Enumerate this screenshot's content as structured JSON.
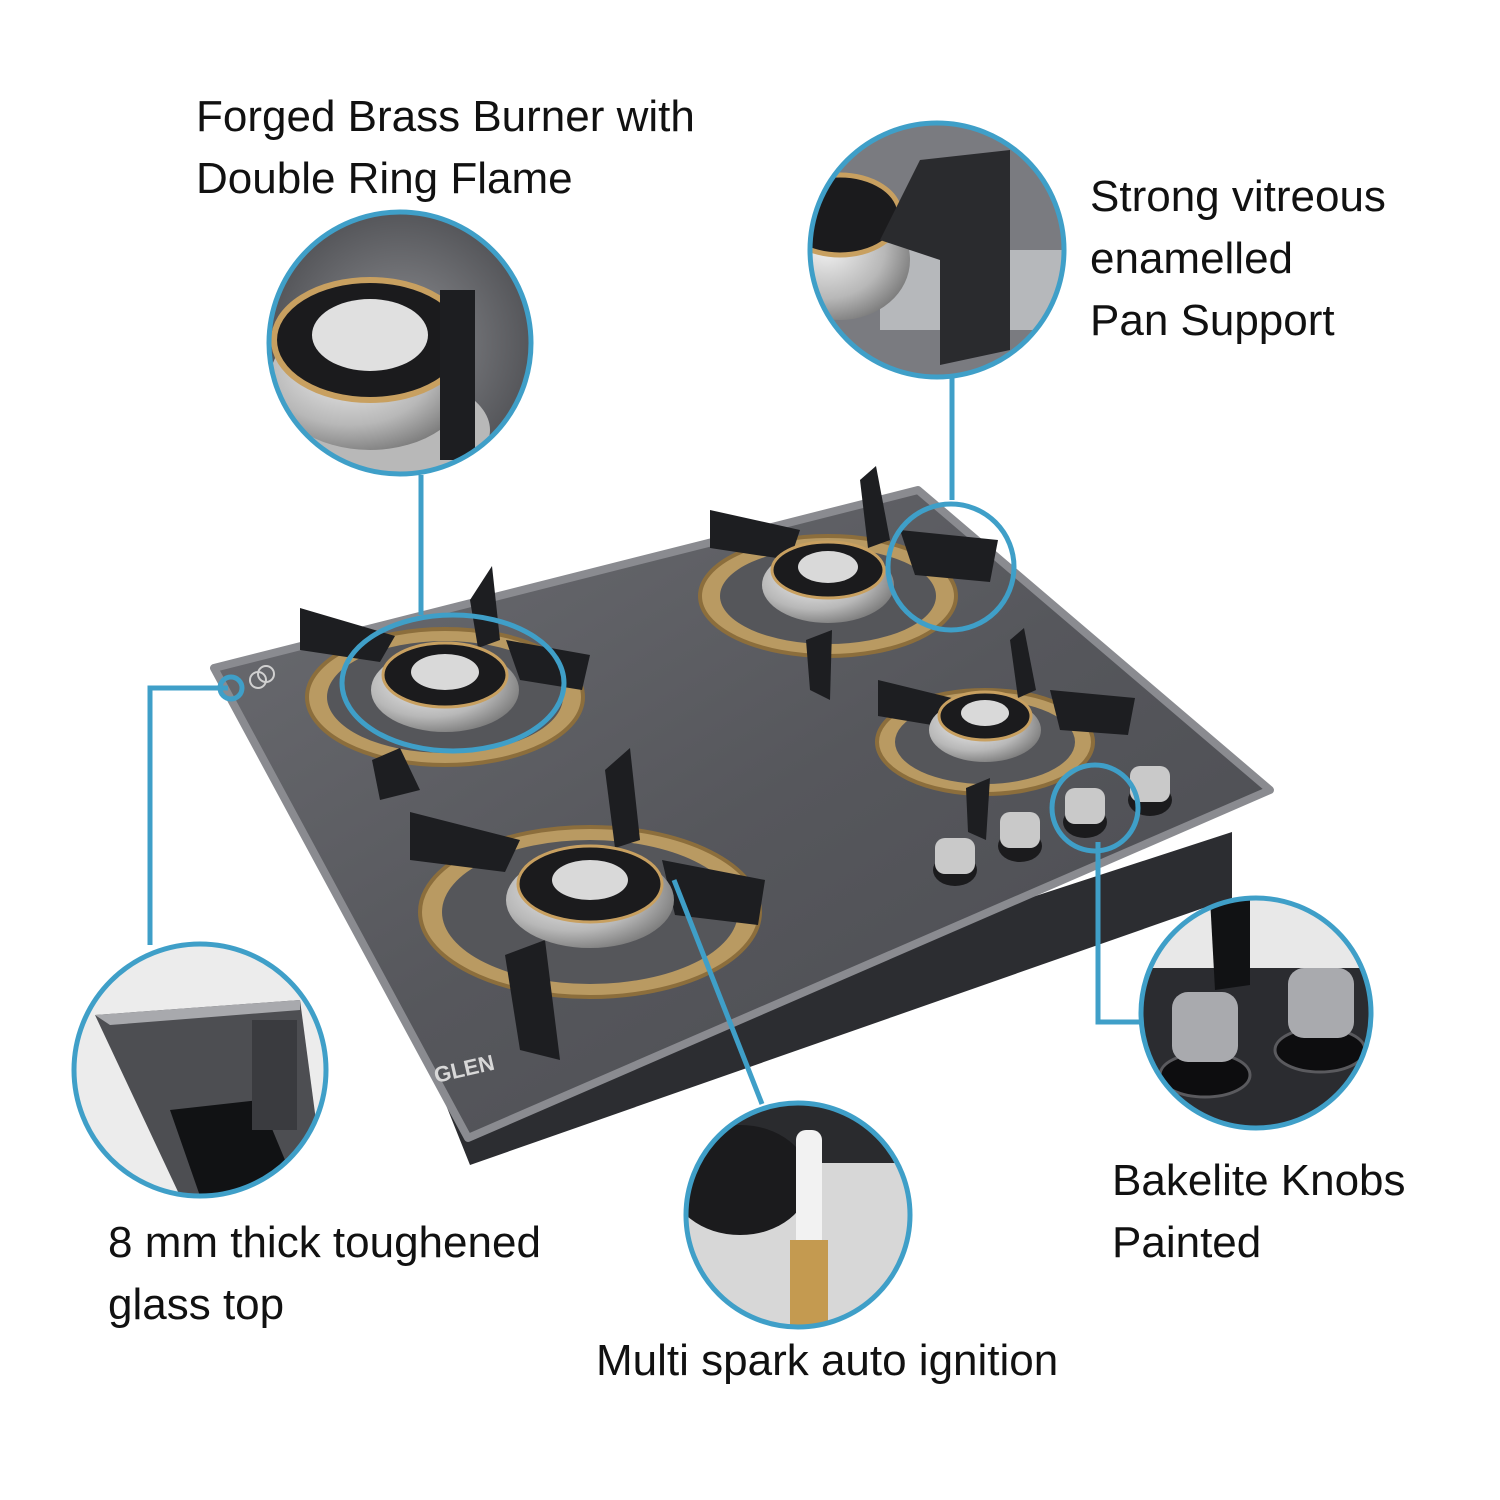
{
  "features": {
    "burner": {
      "line1": "Forged Brass Burner with",
      "line2": "Double Ring Flame"
    },
    "pan_support": {
      "line1": "Strong vitreous",
      "line2": "enamelled",
      "line3": "Pan Support"
    },
    "glass_top": {
      "line1": "8 mm thick toughened",
      "line2": "glass top"
    },
    "ignition": {
      "line1": "Multi spark auto ignition"
    },
    "knobs": {
      "line1": "Bakelite Knobs",
      "line2": "Painted"
    }
  },
  "product": {
    "brand": "GLEN"
  },
  "colors": {
    "callout": "#3f9fc8",
    "glass": "#5d5e63",
    "glass_edge": "#8a8b90",
    "pan_support": "#1d1e21",
    "brass": "#c8a060",
    "steel": "#c9c9c9"
  },
  "icons": {
    "burner": "brass-burner-icon",
    "knob": "knob-icon",
    "igniter": "igniter-icon"
  }
}
